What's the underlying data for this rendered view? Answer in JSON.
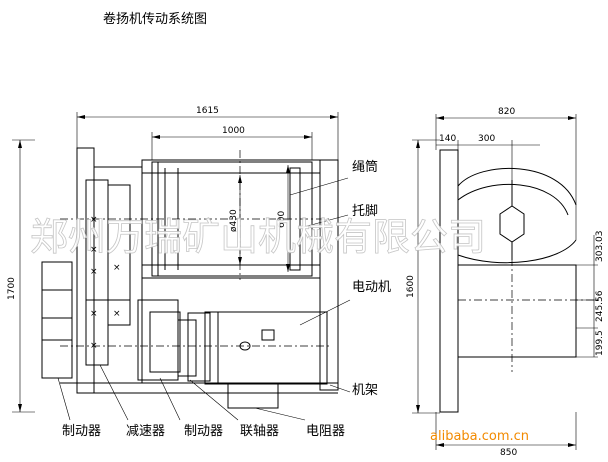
{
  "title": "卷扬机传动系统图",
  "watermark": "郑州万瑞矿山机械有限公司",
  "brand": "alibaba.com.cn",
  "labels": {
    "rope_drum": "绳筒",
    "support_foot": "托脚",
    "motor": "电动机",
    "frame": "机架",
    "brake_left": "制动器",
    "reducer": "减速器",
    "brake_mid": "制动器",
    "coupling": "联轴器",
    "resistor": "电阻器"
  },
  "dimensions": {
    "overall_width": "1615",
    "drum_length": "1000",
    "overall_height": "1700",
    "drum_diameter": "ø430",
    "drum_height": "600",
    "side_width": "820",
    "side_offset": "140",
    "side_300": "300",
    "side_height": "1600",
    "side_base": "850",
    "side_v1": "303.03",
    "side_v2": "245.56",
    "side_v3": "199.5"
  }
}
